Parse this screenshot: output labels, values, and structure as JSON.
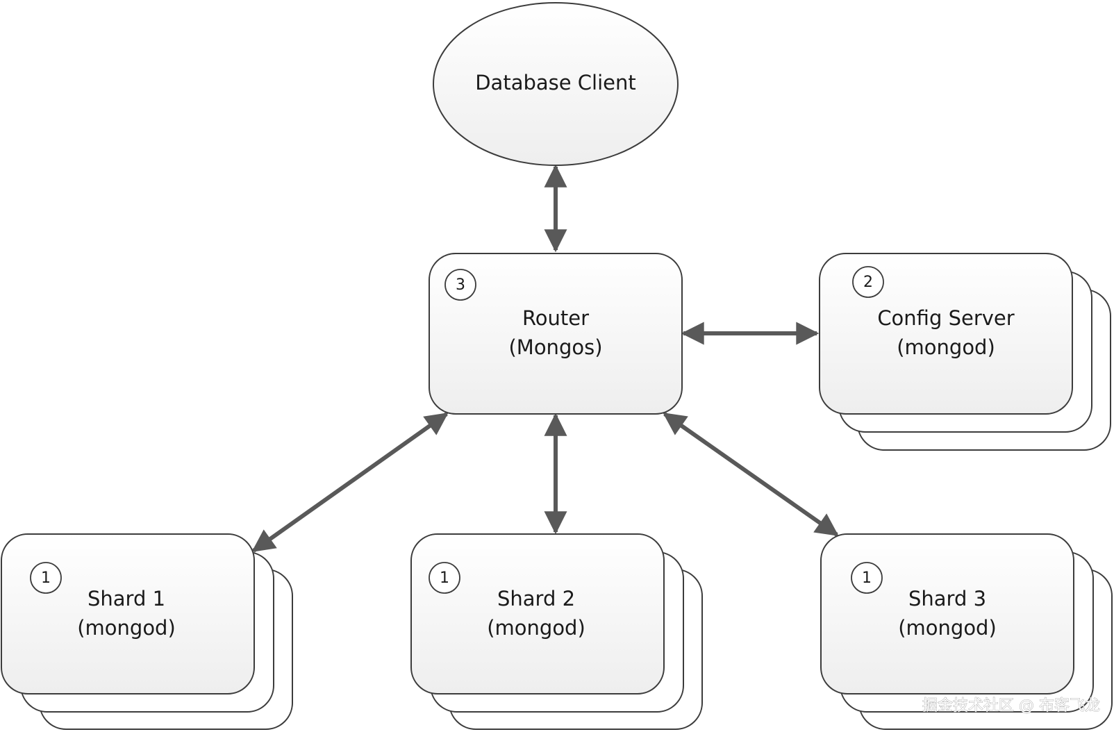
{
  "nodes": {
    "client": {
      "label": "Database Client"
    },
    "router": {
      "label_line1": "Router",
      "label_line2": "(Mongos)",
      "badge": "3"
    },
    "config": {
      "label_line1": "Config Server",
      "label_line2": "(mongod)",
      "badge": "2"
    },
    "shard1": {
      "label_line1": "Shard 1",
      "label_line2": "(mongod)",
      "badge": "1"
    },
    "shard2": {
      "label_line1": "Shard 2",
      "label_line2": "(mongod)",
      "badge": "1"
    },
    "shard3": {
      "label_line1": "Shard 3",
      "label_line2": "(mongod)",
      "badge": "1"
    }
  },
  "edges": [
    {
      "from": "client",
      "to": "router",
      "direction": "both"
    },
    {
      "from": "router",
      "to": "config",
      "direction": "both"
    },
    {
      "from": "router",
      "to": "shard1",
      "direction": "both"
    },
    {
      "from": "router",
      "to": "shard2",
      "direction": "both"
    },
    {
      "from": "router",
      "to": "shard3",
      "direction": "both"
    }
  ],
  "colors": {
    "connector": "#595959",
    "border": "#3c3c3c",
    "fill_top": "#ffffff",
    "fill_bottom": "#eeeeee"
  },
  "watermark": "掘金技术社区 @ 布客飞龙"
}
